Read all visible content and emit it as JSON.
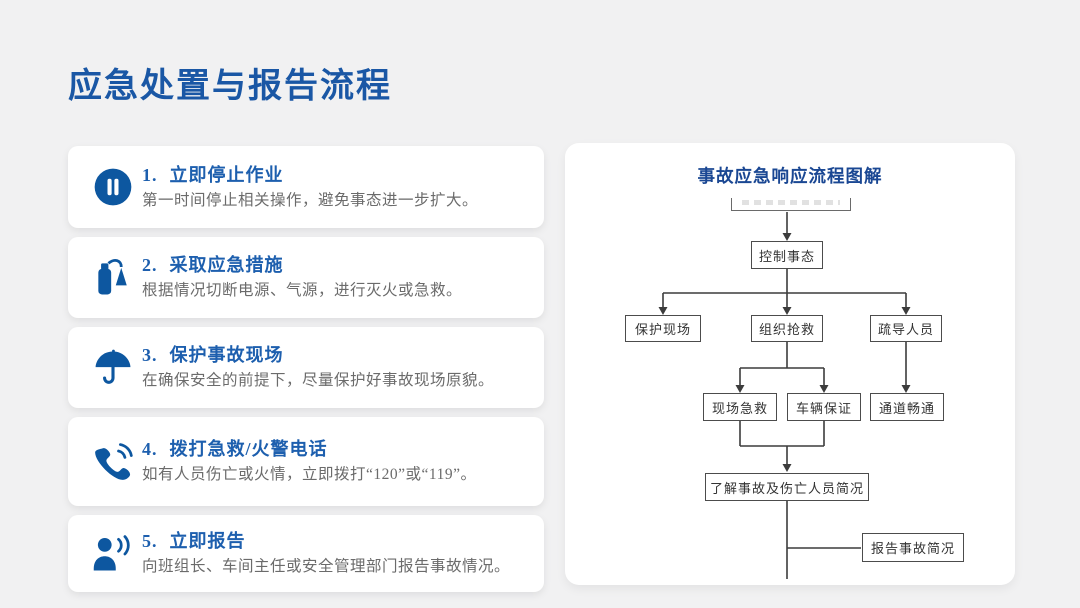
{
  "slide": {
    "title": "应急处置与报告流程"
  },
  "steps": [
    {
      "icon": "pause-icon",
      "num": "1.",
      "title": "立即停止作业",
      "desc": "第一时间停止相关操作，避免事态进一步扩大。"
    },
    {
      "icon": "fire-extinguisher-icon",
      "num": "2.",
      "title": "采取应急措施",
      "desc": "根据情况切断电源、气源，进行灭火或急救。"
    },
    {
      "icon": "umbrella-icon",
      "num": "3.",
      "title": "保护事故现场",
      "desc": "在确保安全的前提下，尽量保护好事故现场原貌。"
    },
    {
      "icon": "phone-icon",
      "num": "4.",
      "title": "拨打急救/火警电话",
      "desc": "如有人员伤亡或火情，立即拨打“120”或“119”。"
    },
    {
      "icon": "person-report-icon",
      "num": "5.",
      "title": "立即报告",
      "desc": "向班组长、车间主任或安全管理部门报告事故情况。"
    }
  ],
  "flowchart": {
    "title": "事故应急响应流程图解",
    "nodes": {
      "control": "控制事态",
      "protect_scene": "保护现场",
      "organize_rescue": "组织抢救",
      "guide_people": "疏导人员",
      "onsite_aid": "现场急救",
      "vehicle_support": "车辆保证",
      "clear_channel": "通道畅通",
      "assess": "了解事故及伤亡人员简况",
      "report": "报告事故简况"
    }
  },
  "colors": {
    "background": "#f1f1f2",
    "card": "#ffffff",
    "heading_blue": "#1a57a5",
    "step_title_blue": "#1d5fae",
    "icon_blue": "#0d57a0",
    "flow_title_navy": "#1a4793",
    "description_gray": "#6b6b6b",
    "flow_line_dark": "#3c3c3c"
  }
}
